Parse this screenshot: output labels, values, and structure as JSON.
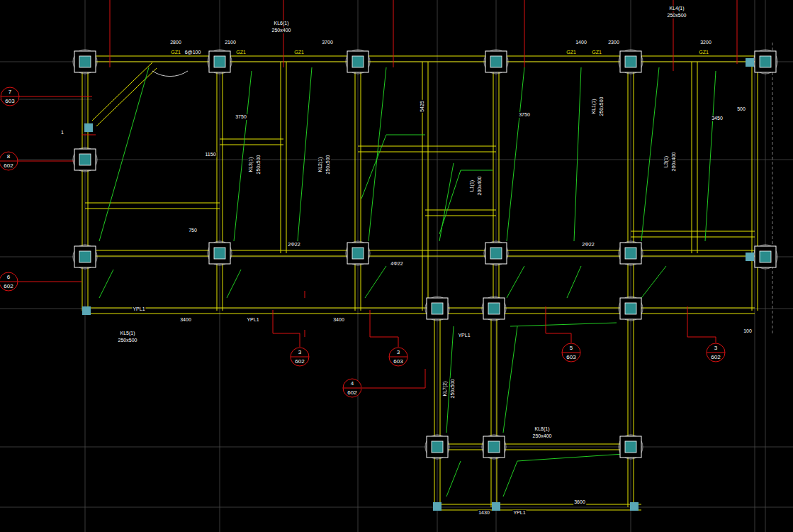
{
  "diagram": {
    "nodes": [
      {
        "text": [
          "7",
          "603"
        ]
      },
      {
        "text": [
          "8",
          "602"
        ]
      },
      {
        "text": [
          "6",
          "602"
        ]
      },
      {
        "text": [
          "3",
          "602"
        ]
      },
      {
        "text": [
          "3",
          "603"
        ]
      },
      {
        "text": [
          "4",
          "602"
        ]
      },
      {
        "text": [
          "5",
          "603"
        ]
      },
      {
        "text": [
          "3",
          "602"
        ]
      }
    ],
    "edges": [],
    "labels": [
      "2800",
      "2100",
      "3700",
      "1400",
      "2300",
      "3200",
      "GZ1",
      "GZ1",
      "GZ1",
      "GZ1",
      "GZ1",
      "GZ1",
      "6@100",
      "KL6(1)",
      "250x400",
      "KL4(1)",
      "250x500",
      "3750",
      "3750",
      "3450",
      "1150",
      "750",
      "5425",
      "KL3(1)",
      "250x500",
      "KL2(1)",
      "250x500",
      "L1(1)",
      "200x400",
      "KL1(1)",
      "250x500",
      "L3(1)",
      "200x400",
      "3400",
      "3400",
      "YPL1",
      "YPL1",
      "YPL1",
      "YPL1",
      "KL5(1)",
      "250x500",
      "KL7(2)",
      "250x500",
      "KL8(1)",
      "250x400",
      "3600",
      "1430",
      "500",
      "100",
      "1",
      "2Φ22",
      "2Φ22",
      "4Φ22"
    ]
  }
}
